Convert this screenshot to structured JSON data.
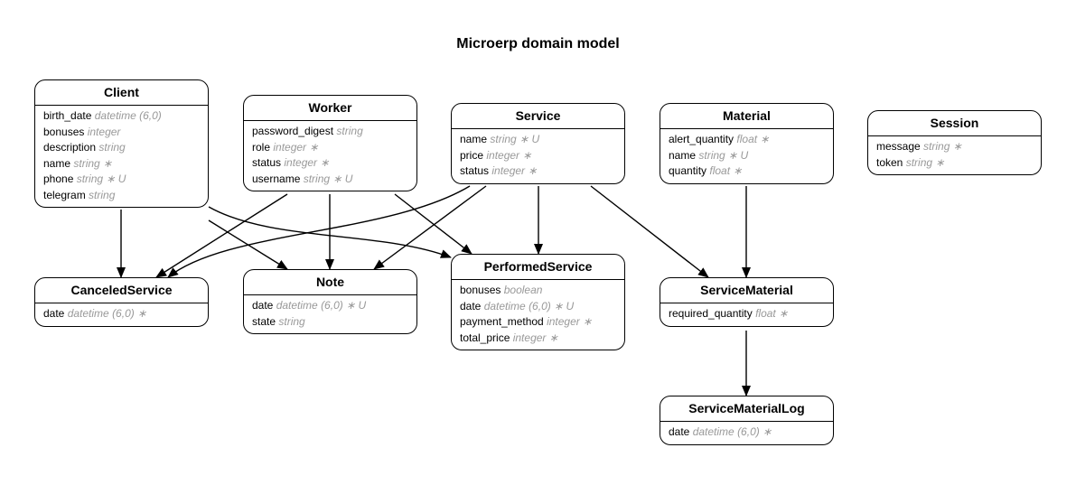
{
  "title": "Microerp domain model",
  "colors": {
    "line": "#000000",
    "type_text": "#999999",
    "background": "#ffffff"
  },
  "entities": [
    {
      "id": "client",
      "name": "Client",
      "attributes": [
        {
          "name": "birth_date",
          "type": "datetime (6,0)"
        },
        {
          "name": "bonuses",
          "type": "integer"
        },
        {
          "name": "description",
          "type": "string"
        },
        {
          "name": "name",
          "type": "string ∗"
        },
        {
          "name": "phone",
          "type": "string ∗ U"
        },
        {
          "name": "telegram",
          "type": "string"
        }
      ]
    },
    {
      "id": "worker",
      "name": "Worker",
      "attributes": [
        {
          "name": "password_digest",
          "type": "string"
        },
        {
          "name": "role",
          "type": "integer ∗"
        },
        {
          "name": "status",
          "type": "integer ∗"
        },
        {
          "name": "username",
          "type": "string ∗ U"
        }
      ]
    },
    {
      "id": "service",
      "name": "Service",
      "attributes": [
        {
          "name": "name",
          "type": "string ∗ U"
        },
        {
          "name": "price",
          "type": "integer ∗"
        },
        {
          "name": "status",
          "type": "integer ∗"
        }
      ]
    },
    {
      "id": "material",
      "name": "Material",
      "attributes": [
        {
          "name": "alert_quantity",
          "type": "float ∗"
        },
        {
          "name": "name",
          "type": "string ∗ U"
        },
        {
          "name": "quantity",
          "type": "float ∗"
        }
      ]
    },
    {
      "id": "session",
      "name": "Session",
      "attributes": [
        {
          "name": "message",
          "type": "string ∗"
        },
        {
          "name": "token",
          "type": "string ∗"
        }
      ]
    },
    {
      "id": "canceled_service",
      "name": "CanceledService",
      "attributes": [
        {
          "name": "date",
          "type": "datetime (6,0) ∗"
        }
      ]
    },
    {
      "id": "note",
      "name": "Note",
      "attributes": [
        {
          "name": "date",
          "type": "datetime (6,0) ∗ U"
        },
        {
          "name": "state",
          "type": "string"
        }
      ]
    },
    {
      "id": "performed_service",
      "name": "PerformedService",
      "attributes": [
        {
          "name": "bonuses",
          "type": "boolean"
        },
        {
          "name": "date",
          "type": "datetime (6,0) ∗ U"
        },
        {
          "name": "payment_method",
          "type": "integer ∗"
        },
        {
          "name": "total_price",
          "type": "integer ∗"
        }
      ]
    },
    {
      "id": "service_material",
      "name": "ServiceMaterial",
      "attributes": [
        {
          "name": "required_quantity",
          "type": "float ∗"
        }
      ]
    },
    {
      "id": "service_material_log",
      "name": "ServiceMaterialLog",
      "attributes": [
        {
          "name": "date",
          "type": "datetime (6,0) ∗"
        }
      ]
    }
  ],
  "relationships": [
    {
      "from": "client",
      "to": "canceled_service"
    },
    {
      "from": "client",
      "to": "note"
    },
    {
      "from": "client",
      "to": "performed_service"
    },
    {
      "from": "worker",
      "to": "canceled_service"
    },
    {
      "from": "worker",
      "to": "note"
    },
    {
      "from": "worker",
      "to": "performed_service"
    },
    {
      "from": "service",
      "to": "canceled_service"
    },
    {
      "from": "service",
      "to": "note"
    },
    {
      "from": "service",
      "to": "performed_service"
    },
    {
      "from": "service",
      "to": "service_material"
    },
    {
      "from": "material",
      "to": "service_material"
    },
    {
      "from": "service_material",
      "to": "service_material_log"
    }
  ]
}
